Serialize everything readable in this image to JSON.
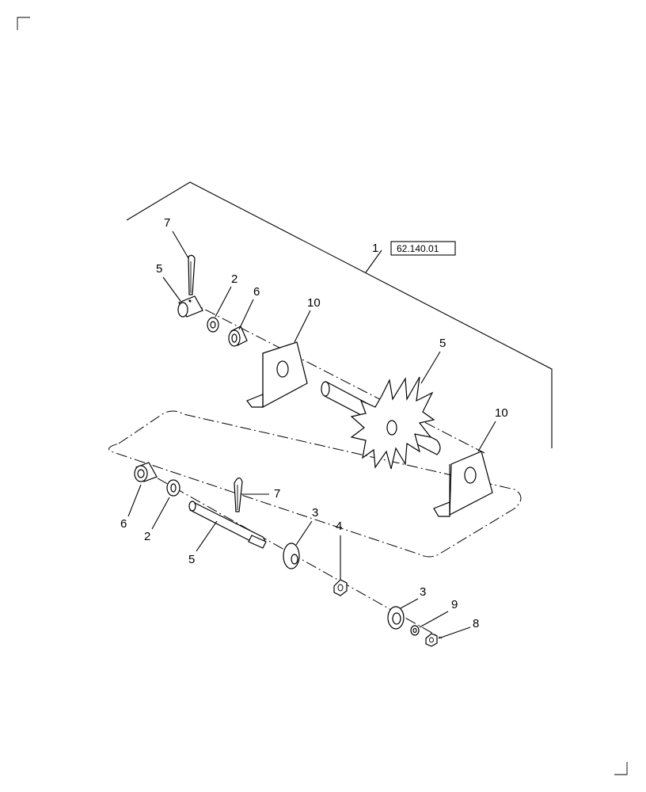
{
  "assembly_reference": {
    "item": "1",
    "ref_code": "62.140.01"
  },
  "callouts": [
    "7",
    "5",
    "2",
    "6",
    "10",
    "5",
    "10",
    "6",
    "2",
    "5",
    "7",
    "3",
    "4",
    "3",
    "9",
    "8"
  ],
  "colors": {
    "line": "#000000",
    "background": "#ffffff"
  }
}
